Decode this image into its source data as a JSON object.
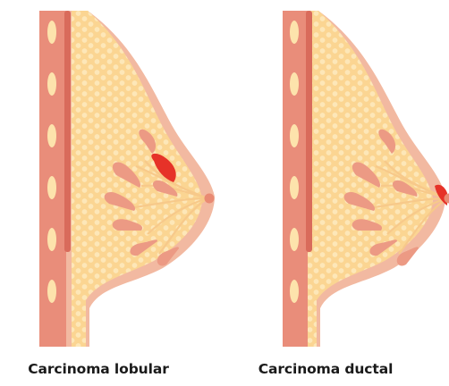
{
  "panels": [
    {
      "caption": "Carcinoma lobular",
      "tumor": "lobular"
    },
    {
      "caption": "Carcinoma ductal",
      "tumor": "ductal"
    }
  ],
  "colors": {
    "skin": "#f2b9a1",
    "fat": "#fbd592",
    "fat_dots": "#fde7b8",
    "muscle": "#e98d7a",
    "muscle_dark": "#d96b5b",
    "rib": "#fde3ac",
    "lobule": "#ec9a84",
    "duct": "#f7c98a",
    "nipple": "#e98a73",
    "tumor": "#e63228"
  }
}
